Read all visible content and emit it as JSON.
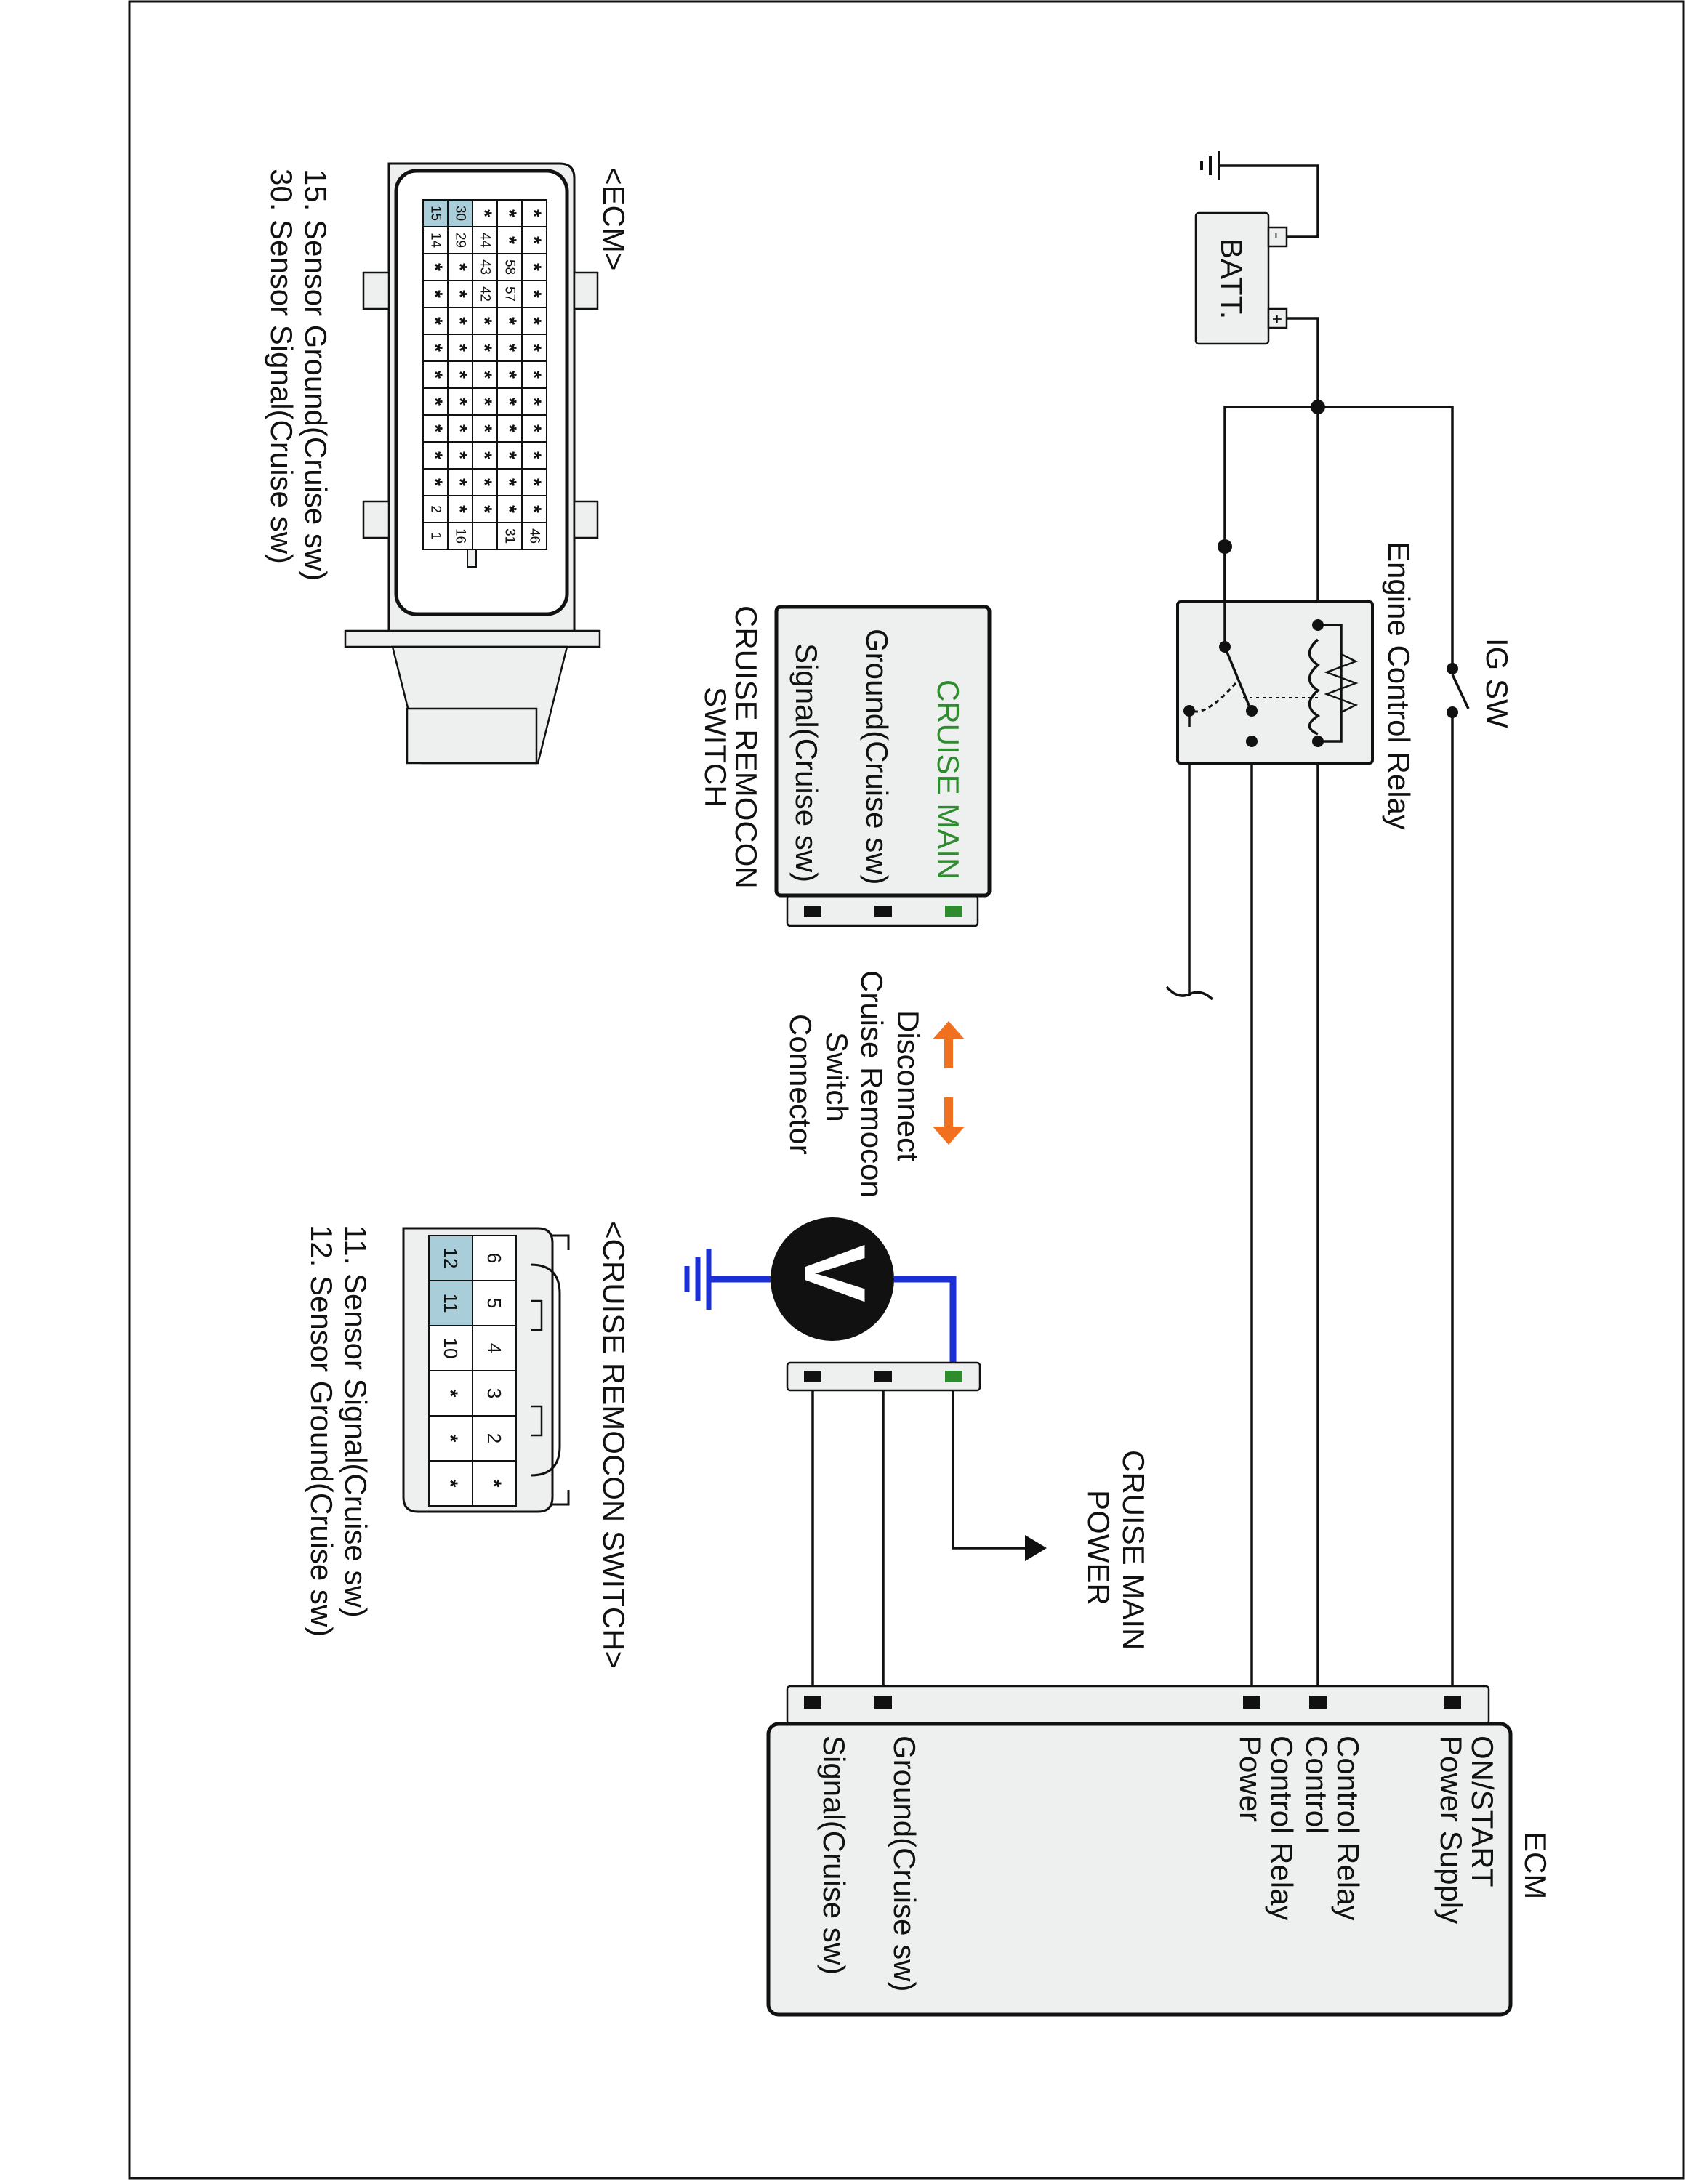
{
  "colors": {
    "wire": "#111111",
    "meter_wire": "#1a2fd6",
    "cruise_main_text": "#2e8b2e",
    "arrow": "#f07020",
    "connector_fill": "#eef0f0",
    "highlight_pin": "#a9cdd9",
    "green_pin": "#2e8b2e"
  },
  "ecm_module": {
    "title": "ECM",
    "pins": [
      "ON/START Power Supply",
      "Control Relay Control",
      "Control Relay Power",
      "Ground(Cruise sw)",
      "Signal(Cruise sw)"
    ]
  },
  "battery": {
    "label": "BATT.",
    "plus": "+",
    "minus": "-"
  },
  "ig_switch": {
    "label": "IG SW"
  },
  "relay": {
    "label": "Engine Control Relay"
  },
  "cruise_switch": {
    "pins": [
      "CRUISE MAIN",
      "Ground(Cruise sw)",
      "Signal(Cruise sw)"
    ],
    "title_lines": [
      "CRUISE REMOCON",
      "SWITCH"
    ]
  },
  "cruise_main_power": {
    "lines": [
      "CRUISE MAIN",
      "POWER"
    ]
  },
  "disconnect_note": {
    "lines": [
      "Disconnect",
      "Cruise Remocon",
      "Switch",
      "Connector"
    ]
  },
  "voltmeter": {
    "symbol": "V"
  },
  "ecm_connector": {
    "title": "<ECM>",
    "rows": [
      [
        "*",
        "*",
        "*",
        "*",
        "*",
        "*",
        "*",
        "*",
        "*",
        "*",
        "*",
        "*",
        "46"
      ],
      [
        "*",
        "*",
        "58",
        "57",
        "*",
        "*",
        "*",
        "*",
        "*",
        "*",
        "*",
        "*",
        "31"
      ],
      [
        "*",
        "44",
        "43",
        "42",
        "*",
        "*",
        "*",
        "*",
        "*",
        "*",
        "*",
        "*",
        ""
      ],
      [
        "30",
        "29",
        "*",
        "*",
        "*",
        "*",
        "*",
        "*",
        "*",
        "*",
        "*",
        "*",
        "16"
      ],
      [
        "15",
        "14",
        "*",
        "*",
        "*",
        "*",
        "*",
        "*",
        "*",
        "*",
        "*",
        "2",
        "1"
      ]
    ],
    "legend": [
      "15. Sensor Ground(Cruise sw)",
      "30. Sensor Signal(Cruise sw)"
    ]
  },
  "cruise_connector": {
    "title": "<CRUISE REMOCON SWITCH>",
    "rows": [
      [
        "6",
        "5",
        "4",
        "3",
        "2",
        "*"
      ],
      [
        "12",
        "11",
        "10",
        "*",
        "*",
        "*"
      ]
    ],
    "legend": [
      "11. Sensor Signal(Cruise sw)",
      "12. Sensor Ground(Cruise sw)"
    ]
  }
}
